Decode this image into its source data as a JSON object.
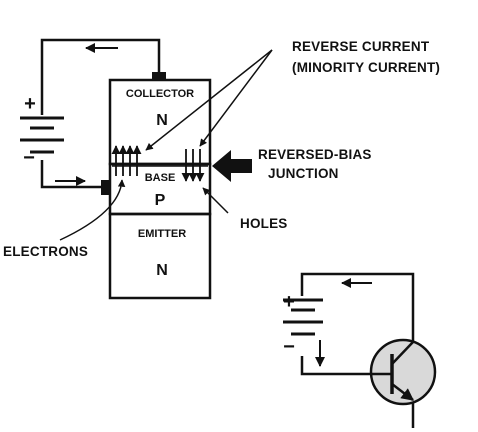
{
  "diagram": {
    "regions": {
      "collector": {
        "label": "COLLECTOR",
        "type": "N"
      },
      "base": {
        "label": "BASE",
        "type": "P"
      },
      "emitter": {
        "label": "EMITTER",
        "type": "N"
      }
    },
    "battery": {
      "plus": "+",
      "minus": "−"
    },
    "symbol_battery": {
      "plus": "+",
      "minus": "−"
    },
    "callouts": {
      "reverse_current_line1": "REVERSE CURRENT",
      "reverse_current_line2": "(MINORITY CURRENT)",
      "reversed_bias_line1": "REVERSED-BIAS",
      "reversed_bias_line2": "JUNCTION",
      "holes": "HOLES",
      "electrons": "ELECTRONS"
    },
    "colors": {
      "ink": "#111111",
      "transistor_fill": "#d9d9d9",
      "background": "#ffffff"
    }
  }
}
